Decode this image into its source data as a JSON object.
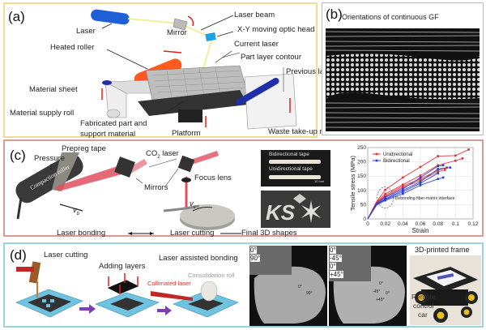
{
  "panel_a": {
    "label": "(a)",
    "annotations": {
      "laser": "Laser",
      "mirror": "Mirror",
      "laser_beam": "Laser beam",
      "optic_head": "X-Y moving optic head",
      "heated_roller": "Heated roller",
      "current_laser": "Current laser",
      "part_layer_contour": "Part layer contour",
      "previous_layer": "Previous layer",
      "material_sheet": "Material sheet",
      "material_supply_roll": "Material supply roll",
      "fabricated_part_1": "Fabricated part and",
      "fabricated_part_2": "support material",
      "platform": "Platform",
      "waste_roll": "Waste take-up roll"
    },
    "colors": {
      "laser": "#1f5fd6",
      "roller": "#ff5a1f",
      "beam": "#f4ef9a",
      "arrow": "#e02020",
      "blue_roll": "#1f2fa8"
    }
  },
  "panel_b": {
    "label": "(b)",
    "title": "Orientations of continuous GF"
  },
  "panel_c": {
    "label": "(c)",
    "annotations": {
      "prepreg_tape": "Prepreg tape",
      "pressure": "Pressure",
      "compaction_roller_1": "Compaction",
      "compaction_roller_2": "roller",
      "co2_laser": "CO",
      "co2_sub": "2",
      "co2_laser_tail": " laser",
      "mirrors": "Mirrors",
      "focus_lens": "Focus lens",
      "vb": "v",
      "vb_sub": "b",
      "vc": "v",
      "vc_sub": "c",
      "laser_bonding": "Laser bonding",
      "laser_cutting": "Laser cutting",
      "final_shapes": "Final 3D shapes",
      "bidirectional_tape": "Bidirectional tape",
      "unidirectional_tape": "Unidirectional tape",
      "scale_bar": "10 mm",
      "debonding_note": "Debonding fiber-matrix interface"
    }
  },
  "panel_d": {
    "label": "(d)",
    "annotations": {
      "laser_cutting": "Laser cutting",
      "adding_layers": "Adding layers",
      "laser_assisted_bonding": "Laser assisted bonding",
      "collimated_laser": "Collimated laser",
      "consolidation_roll": "Consolidation roll",
      "frame_title": "3D-printed frame",
      "rc_1": "Remote",
      "rc_2": "control",
      "rc_3": "car"
    },
    "ct_left_inset": [
      "0°",
      "90°"
    ],
    "ct_left_marks": [
      "0°",
      "90°"
    ],
    "ct_right_inset": [
      "0°",
      "-45°",
      "0°",
      "+45°"
    ],
    "ct_right_marks": [
      "0°",
      "-45°",
      "0°",
      "+45°"
    ],
    "colors": {
      "arrow": "#7a3fb0",
      "plate": "#6fc3e0",
      "collimated": "#e03030"
    }
  },
  "chart_data": {
    "type": "line",
    "title": "",
    "xlabel": "Strain",
    "ylabel": "Tensile stress (MPa)",
    "xlim": [
      0,
      0.12
    ],
    "ylim": [
      0,
      250
    ],
    "xticks": [
      "0",
      "0.02",
      "0.04",
      "0.06",
      "0.08",
      "0.1",
      "0.12"
    ],
    "yticks": [
      "0",
      "50",
      "100",
      "150",
      "200",
      "250"
    ],
    "grid": true,
    "legend_position": "top-left",
    "annotation": "Debonding fiber-matrix interface",
    "series": [
      {
        "name": "Unidirectional",
        "color": "#d8343c",
        "x": [
          0,
          0.01,
          0.02,
          0.04,
          0.06,
          0.08,
          0.1,
          0.115
        ],
        "y": [
          0,
          60,
          102,
          145,
          182,
          220,
          222,
          243
        ],
        "legend": true
      },
      {
        "name": "Unidirectional",
        "color": "#d8343c",
        "x": [
          0,
          0.01,
          0.02,
          0.04,
          0.06,
          0.08,
          0.1,
          0.108
        ],
        "y": [
          0,
          58,
          88,
          120,
          152,
          188,
          204,
          212
        ],
        "legend": false
      },
      {
        "name": "Unidirectional",
        "color": "#d8343c",
        "x": [
          0,
          0.01,
          0.02,
          0.04,
          0.06,
          0.08,
          0.09
        ],
        "y": [
          0,
          56,
          82,
          115,
          140,
          170,
          180
        ],
        "legend": false
      },
      {
        "name": "Unidirectional",
        "color": "#d8343c",
        "x": [
          0,
          0.01,
          0.02,
          0.04,
          0.06,
          0.08,
          0.088
        ],
        "y": [
          0,
          55,
          78,
          110,
          135,
          165,
          172
        ],
        "legend": false
      },
      {
        "name": "Bidirectional",
        "color": "#2a3fd8",
        "x": [
          0,
          0.01,
          0.02,
          0.04,
          0.06,
          0.08,
          0.086
        ],
        "y": [
          0,
          54,
          75,
          105,
          145,
          185,
          188
        ],
        "legend": true
      },
      {
        "name": "Bidirectional",
        "color": "#2a3fd8",
        "x": [
          0,
          0.01,
          0.02,
          0.04,
          0.06,
          0.08,
          0.094
        ],
        "y": [
          0,
          52,
          70,
          100,
          130,
          175,
          180
        ],
        "legend": false
      },
      {
        "name": "Bidirectional",
        "color": "#2a3fd8",
        "x": [
          0,
          0.01,
          0.02,
          0.04,
          0.06,
          0.08
        ],
        "y": [
          0,
          50,
          68,
          95,
          125,
          160
        ],
        "legend": false
      },
      {
        "name": "Bidirectional",
        "color": "#2a3fd8",
        "x": [
          0,
          0.01,
          0.02,
          0.04,
          0.06,
          0.08,
          0.086
        ],
        "y": [
          0,
          48,
          65,
          88,
          118,
          140,
          145
        ],
        "legend": false
      }
    ]
  }
}
